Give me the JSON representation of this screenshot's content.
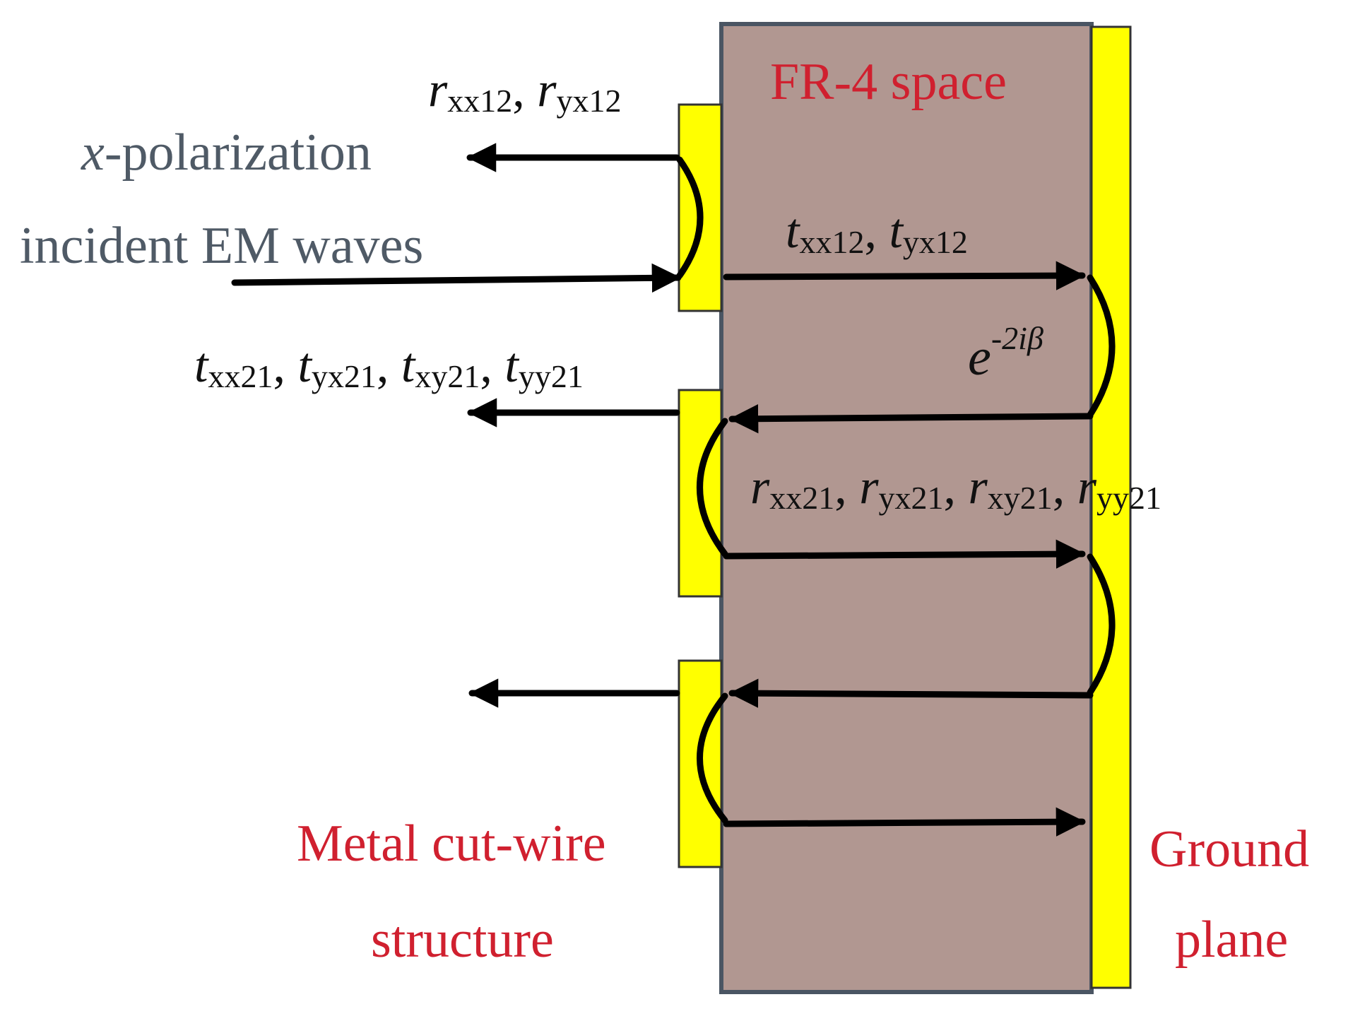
{
  "colors": {
    "substrate_fill": "#b19791",
    "substrate_border": "#4a5563",
    "metal": "#ffff00",
    "metal_border": "#333333",
    "arrow": "#000000",
    "red_text": "#d0202f",
    "gray_text": "#4f5a66",
    "math_text": "#111111"
  },
  "labels": {
    "fr4": "FR-4 space",
    "x_letter": "x",
    "polarization_rest": "-polarization",
    "incident": "incident EM waves",
    "metal_line1": "Metal cut-wire",
    "metal_line2": "structure",
    "ground_line1": "Ground",
    "ground_line2": "plane"
  },
  "math": {
    "r12": [
      {
        "v": "r",
        "s": "xx12"
      },
      {
        "sep": ", "
      },
      {
        "v": "r",
        "s": "yx12"
      }
    ],
    "t12": [
      {
        "v": "t",
        "s": "xx12"
      },
      {
        "sep": ", "
      },
      {
        "v": "t",
        "s": "yx12"
      }
    ],
    "t21": [
      {
        "v": "t",
        "s": "xx21"
      },
      {
        "sep": ", "
      },
      {
        "v": "t",
        "s": "yx21"
      },
      {
        "sep": ", "
      },
      {
        "v": "t",
        "s": "xy21"
      },
      {
        "sep": ", "
      },
      {
        "v": "t",
        "s": "yy21"
      }
    ],
    "r21": [
      {
        "v": "r",
        "s": "xx21"
      },
      {
        "sep": ", "
      },
      {
        "v": "r",
        "s": "yx21"
      },
      {
        "sep": ", "
      },
      {
        "v": "r",
        "s": "xy21"
      },
      {
        "sep": ", "
      },
      {
        "v": "r",
        "s": "yy21"
      }
    ],
    "phase_base": "e",
    "phase_exp": "-2iβ"
  },
  "icons": {
    "arrowhead": "arrowhead-icon",
    "bounce_arc": "reflection-arc-icon"
  }
}
